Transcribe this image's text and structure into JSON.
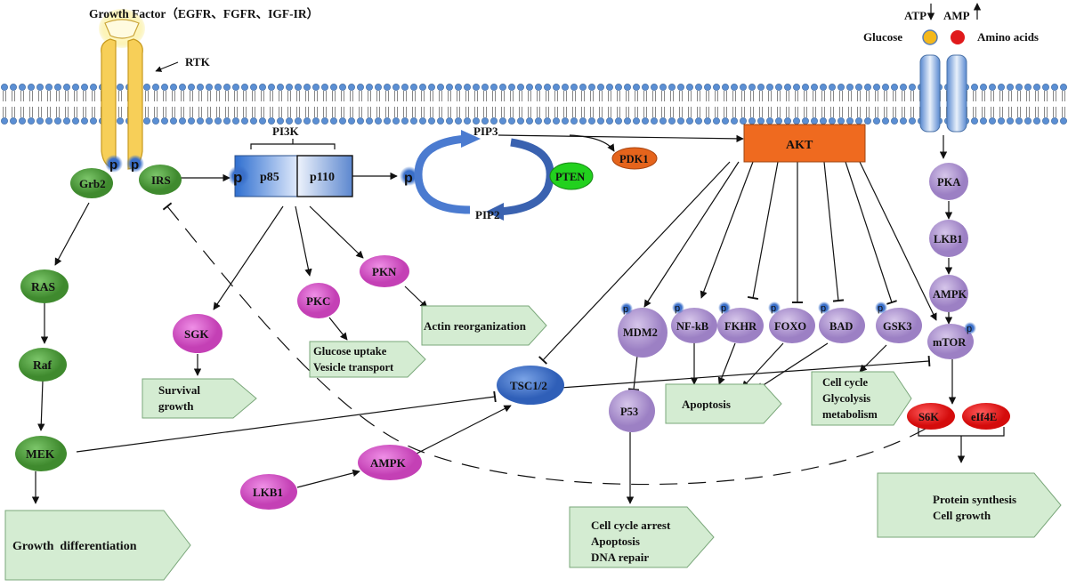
{
  "header": {
    "growth_factor": "Growth Factor（EGFR、FGFR、IGF-IR）",
    "rtk": "RTK"
  },
  "membrane_right": {
    "atp": "ATP",
    "amp": "AMP",
    "glucose": "Glucose",
    "amino_acids": "Amino acids"
  },
  "phospho": "p",
  "pi3k": {
    "title": "PI3K",
    "p85": "p85",
    "p110": "p110"
  },
  "lipids": {
    "pip3": "PIP3",
    "pip2": "PIP2",
    "pten": "PTEN",
    "pdk1": "PDK1"
  },
  "akt": "AKT",
  "nodes": {
    "grb2": "Grb2",
    "irs": "IRS",
    "ras": "RAS",
    "raf": "Raf",
    "mek": "MEK",
    "sgk": "SGK",
    "pkc": "PKC",
    "pkn": "PKN",
    "lkb1_left": "LKB1",
    "ampk_left": "AMPK",
    "tsc": "TSC1/2",
    "mdm2": "MDM2",
    "nfkb": "NF-kB",
    "fkhr": "FKHR",
    "foxo": "FOXO",
    "bad": "BAD",
    "gsk3": "GSK3",
    "p53": "P53",
    "pka": "PKA",
    "lkb1_right": "LKB1",
    "ampk_right": "AMPK",
    "mtor": "mTOR",
    "s6k": "S6K",
    "eif4e": "eIf4E"
  },
  "outcomes": {
    "growth_diff": "Growth  differentiation",
    "survival": [
      "Survival",
      "growth"
    ],
    "glucose": [
      "Glucose uptake",
      "Vesicle transport"
    ],
    "actin": "Actin reorganization",
    "cellcycle_arrest": [
      "Cell cycle arrest",
      "Apoptosis",
      "DNA repair"
    ],
    "apoptosis": "Apoptosis",
    "metabolism": [
      "Cell cycle",
      "Glycolysis",
      "metabolism"
    ],
    "protein": [
      "Protein synthesis",
      "Cell growth"
    ]
  },
  "colors": {
    "green": "#4f9a3a",
    "purple": "#b49ad0",
    "magenta": "#d45bc9",
    "blue_node": "#3f6fc7",
    "red": "#e31b1b",
    "orange_akt": "#ef6a1f",
    "green_pten": "#22d11e",
    "box_fill": "#d4ecd2",
    "membrane": "#4a7ab0"
  }
}
